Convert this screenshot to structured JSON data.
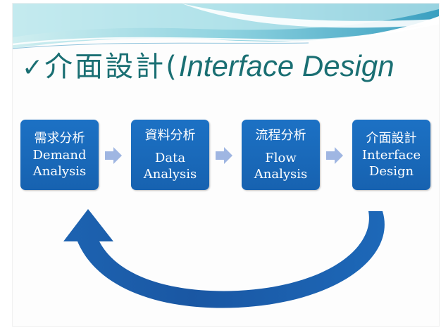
{
  "title": {
    "check": "✓",
    "chinese": "介面設計(",
    "english": "Interface Design"
  },
  "steps": [
    {
      "zh": "需求分析",
      "en_line1": "Demand",
      "en_line2": "Analysis"
    },
    {
      "zh": "資料分析",
      "en_line1": "Data",
      "en_line2": "Analysis"
    },
    {
      "zh": "流程分析",
      "en_line1": "Flow",
      "en_line2": "Analysis"
    },
    {
      "zh": "介面設計",
      "en_line1": "Interface",
      "en_line2": "Design"
    }
  ],
  "colors": {
    "title": "#1a6f73",
    "box": "#1c71c4",
    "small_arrow": "#9fb6e2",
    "cycle_arrow": "#1a5aa8"
  }
}
